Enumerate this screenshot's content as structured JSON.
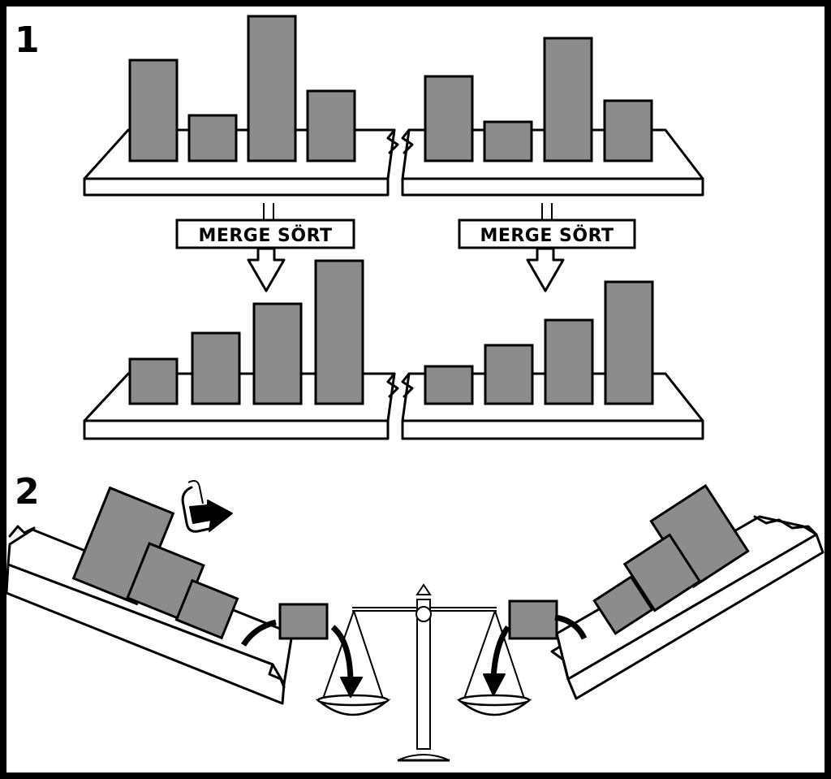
{
  "step1": {
    "number": "1",
    "left_label": "MERGE SÖRT",
    "right_label": "MERGE SÖRT"
  },
  "step2": {
    "number": "2"
  }
}
